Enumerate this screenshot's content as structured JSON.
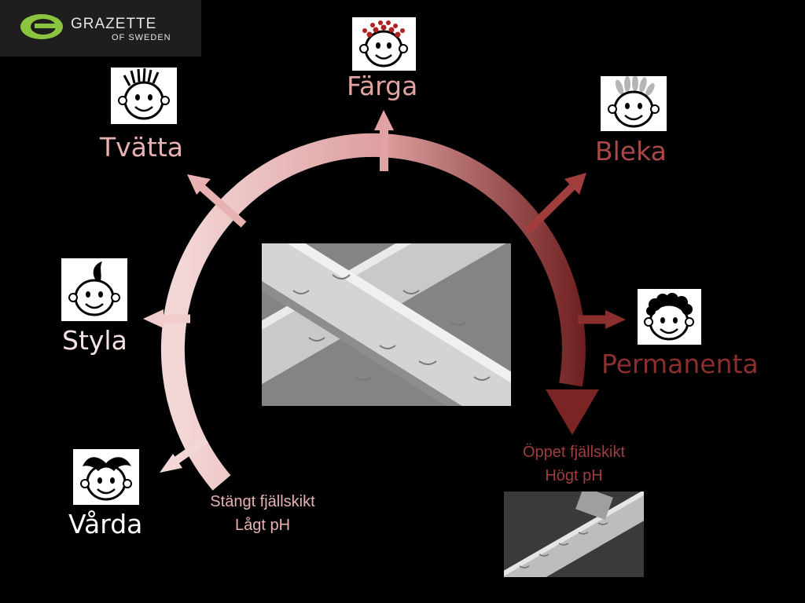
{
  "logo": {
    "name": "GRAZETTE",
    "sub": "OF SWEDEN"
  },
  "labels": {
    "farga": "Färga",
    "tvatta": "Tvätta",
    "bleka": "Bleka",
    "styla": "Styla",
    "permanenta": "Permanenta",
    "varda": "Vårda"
  },
  "notes": {
    "open_1": "Öppet fjällskikt",
    "open_2": "Högt pH",
    "closed_1": "Stängt fjällskikt",
    "closed_2": "Lågt pH"
  },
  "colors": {
    "pink": "#e5a6a6",
    "light_pink": "#f3d6d6",
    "dark_red": "#7a2424",
    "mid_red": "#a84848"
  }
}
